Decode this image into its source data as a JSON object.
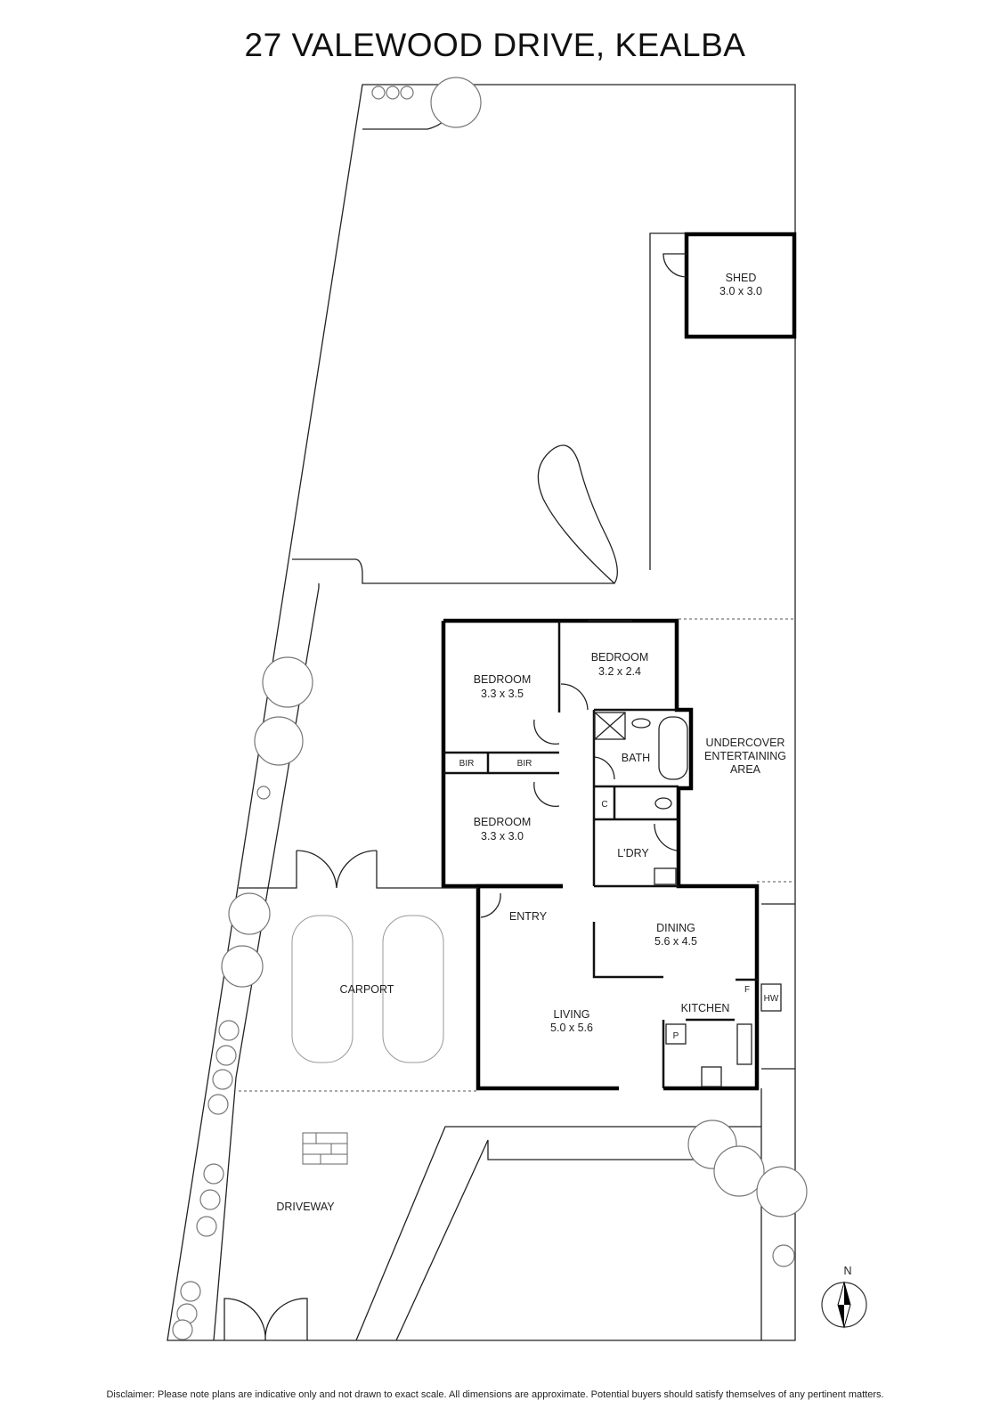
{
  "title": "27 VALEWOOD DRIVE, KEALBA",
  "rooms": {
    "shed": {
      "name": "SHED",
      "dims": "3.0 x 3.0"
    },
    "bedroom1": {
      "name": "BEDROOM",
      "dims": "3.3 x 3.5"
    },
    "bedroom2": {
      "name": "BEDROOM",
      "dims": "3.2 x 2.4"
    },
    "bedroom3": {
      "name": "BEDROOM",
      "dims": "3.3 x 3.0"
    },
    "bir1": "BIR",
    "bir2": "BIR",
    "bath": "BATH",
    "cupboard": "C",
    "laundry": "L'DRY",
    "undercover": [
      "UNDERCOVER",
      "ENTERTAINING",
      "AREA"
    ],
    "entry": "ENTRY",
    "dining": {
      "name": "DINING",
      "dims": "5.6 x 4.5"
    },
    "kitchen": "KITCHEN",
    "fridge": "F",
    "hot_water": "HW",
    "pantry": "P",
    "living": {
      "name": "LIVING",
      "dims": "5.0 x 5.6"
    },
    "carport": "CARPORT",
    "driveway": "DRIVEWAY"
  },
  "compass": "N",
  "disclaimer": "Disclaimer: Please note plans are indicative only and not drawn to exact scale. All dimensions are approximate. Potential buyers should satisfy themselves of any pertinent matters."
}
